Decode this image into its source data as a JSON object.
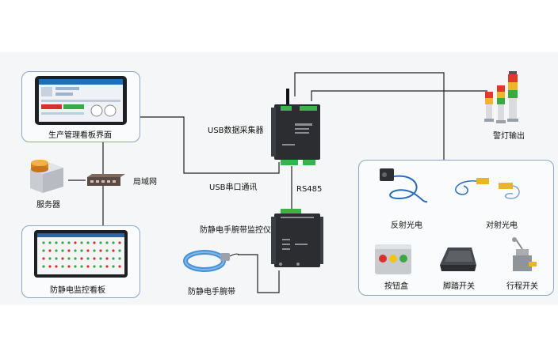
{
  "labels": {
    "prod_board": "生产管理看板界面",
    "server": "服务器",
    "lan": "局域网",
    "esd_board": "防静电监控看板",
    "usb_collector": "USB数据采集器",
    "usb_serial": "USB串口通讯",
    "rs485": "RS485",
    "wrist_monitor": "防静电手腕带监控仪",
    "wrist_strap": "防静电手腕带",
    "warning_light": "警灯输出",
    "reflective_sensor": "反射光电",
    "through_beam_sensor": "对射光电",
    "button_box": "按钮盒",
    "foot_switch": "脚踏开关",
    "limit_switch": "行程开关"
  },
  "colors": {
    "wire": "#222222",
    "panel_border": "#8ea6c4",
    "device_dark": "#2b2d30",
    "terminal_green": "#3bb24a",
    "button_red": "#d9302c",
    "button_yellow": "#f0c419",
    "button_green": "#3aa845"
  }
}
